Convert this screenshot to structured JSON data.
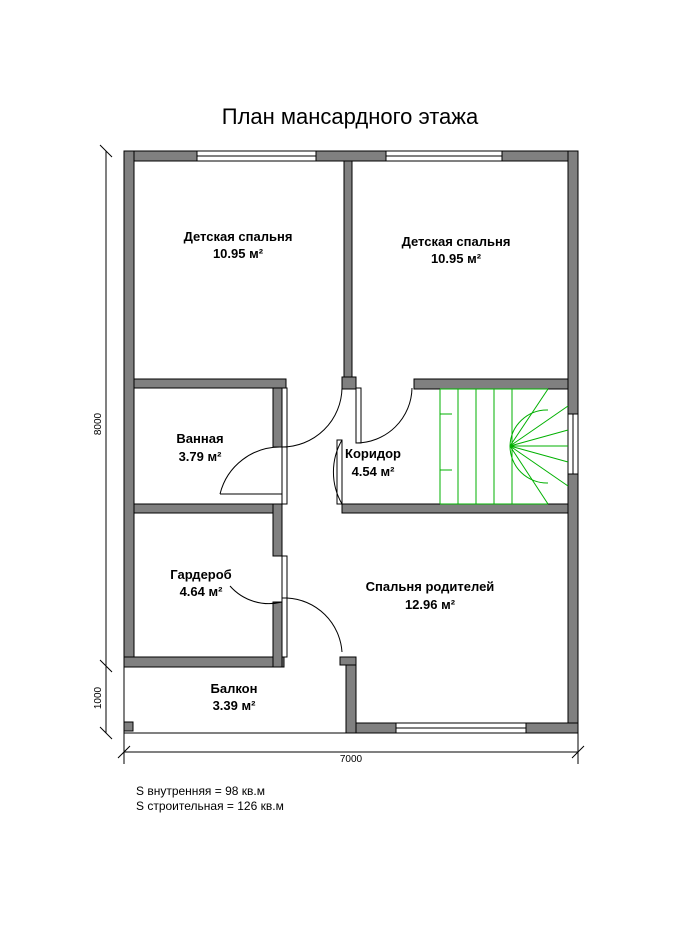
{
  "title": "План мансардного этажа",
  "rooms": [
    {
      "name": "Детская спальня",
      "area": "10.95 м²"
    },
    {
      "name": "Детская спальня",
      "area": "10.95 м²"
    },
    {
      "name": "Ванная",
      "area": "3.79 м²"
    },
    {
      "name": "Коридор",
      "area": "4.54 м²"
    },
    {
      "name": "Гардероб",
      "area": "4.64 м²"
    },
    {
      "name": "Спальня родителей",
      "area": "12.96 м²"
    },
    {
      "name": "Балкон",
      "area": "3.39 м²"
    }
  ],
  "dimensions": {
    "height_main": "8000",
    "height_balcony": "1000",
    "width": "7000"
  },
  "summary": {
    "inner": "S внутренняя = 98 кв.м",
    "construction": "S строительная = 126 кв.м"
  },
  "colors": {
    "wall": "#808080",
    "stairs": "#00b000"
  }
}
